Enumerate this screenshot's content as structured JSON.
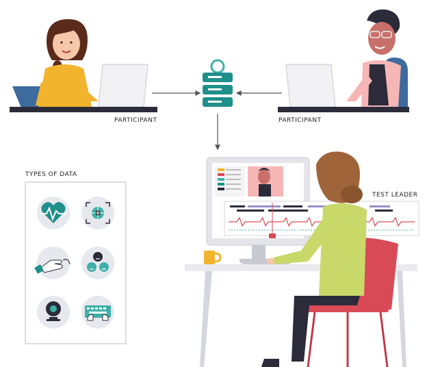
{
  "labels": {
    "participant_left": "PARTICIPANT",
    "participant_right": "PARTICIPANT",
    "types_of_data": "TYPES OF DATA",
    "test_leader": "TEST LEADER"
  },
  "data_types": [
    {
      "icon": "heart-pulse-icon"
    },
    {
      "icon": "eye-tracking-icon"
    },
    {
      "icon": "hand-sensor-icon"
    },
    {
      "icon": "emotion-faces-icon"
    },
    {
      "icon": "webcam-icon"
    },
    {
      "icon": "keyboard-hands-icon"
    }
  ],
  "colors": {
    "teal": "#1f8f8a",
    "teal_light": "#3fb0a8",
    "dark": "#2b2b3a",
    "desk": "#e9e9ee",
    "chair_blue": "#3d6b9e",
    "red": "#d94a57",
    "yellow": "#f3b42d",
    "green_shirt": "#c8d96a",
    "pink_shirt": "#f6b6b6"
  }
}
